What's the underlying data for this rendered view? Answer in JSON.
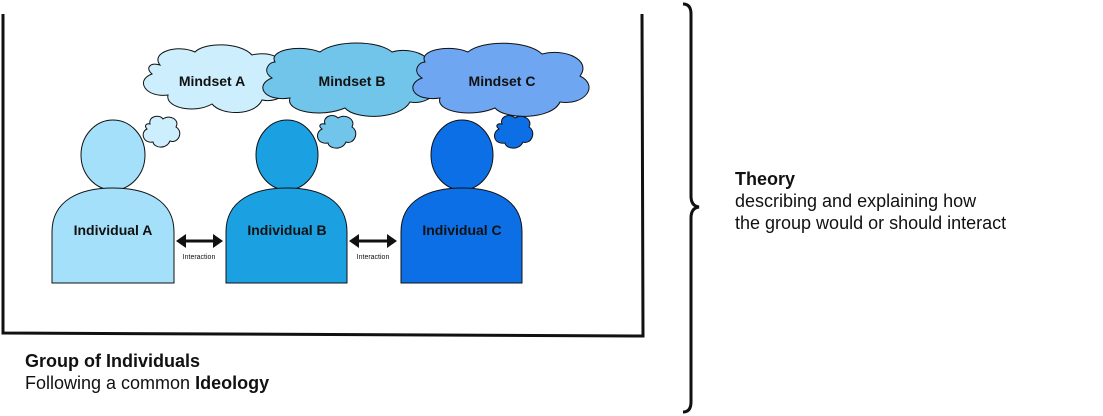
{
  "group": {
    "title": "Group of Individuals",
    "subtitle_prefix": "Following a common",
    "subtitle_bold": "Ideology"
  },
  "theory": {
    "title": "Theory",
    "line1": "describing and explaining how",
    "line2": "the group would or should interact"
  },
  "mindsets": [
    {
      "label": "Mindset A",
      "color": "#cdeefc"
    },
    {
      "label": "Mindset B",
      "color": "#71c4ea"
    },
    {
      "label": "Mindset C",
      "color": "#6ea6f2"
    }
  ],
  "individuals": [
    {
      "label": "Individual A",
      "color": "#a4e0f9"
    },
    {
      "label": "Individual B",
      "color": "#1ba1e2"
    },
    {
      "label": "Individual C",
      "color": "#0d6fe6"
    }
  ],
  "interactions": [
    {
      "label": "Interaction"
    },
    {
      "label": "Interaction"
    }
  ]
}
